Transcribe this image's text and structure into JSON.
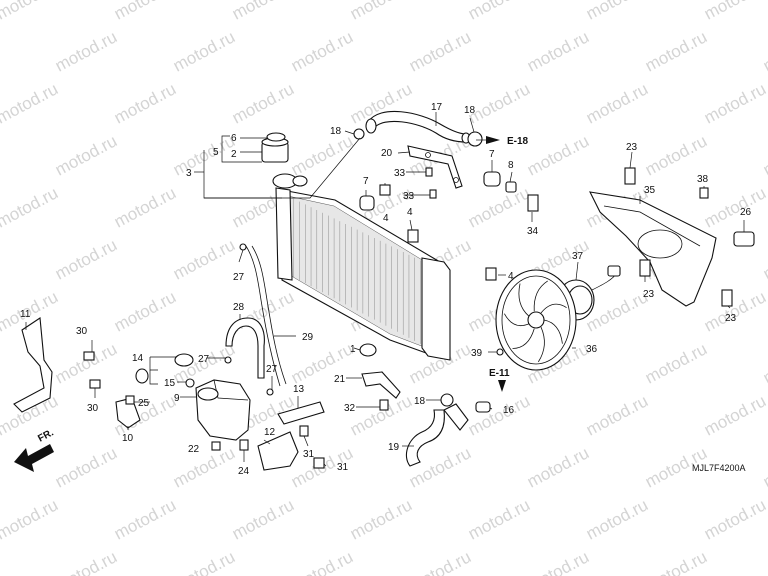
{
  "watermark": "motod.ru",
  "drawing_code": "MJL7F4200A",
  "front_arrow": "FR.",
  "references": [
    {
      "id": "ref-e18",
      "text": "E-18"
    },
    {
      "id": "ref-e11",
      "text": "E-11"
    }
  ],
  "callouts": [
    {
      "id": "c1",
      "n": "1"
    },
    {
      "id": "c2",
      "n": "3"
    },
    {
      "id": "c3",
      "n": "5"
    },
    {
      "id": "c4",
      "n": "6"
    },
    {
      "id": "c5",
      "n": "2"
    },
    {
      "id": "c6",
      "n": "18"
    },
    {
      "id": "c7",
      "n": "17"
    },
    {
      "id": "c8",
      "n": "18"
    },
    {
      "id": "c9",
      "n": "20"
    },
    {
      "id": "c10",
      "n": "33"
    },
    {
      "id": "c11",
      "n": "33"
    },
    {
      "id": "c12",
      "n": "7"
    },
    {
      "id": "c13",
      "n": "7"
    },
    {
      "id": "c14",
      "n": "8"
    },
    {
      "id": "c15",
      "n": "4"
    },
    {
      "id": "c16",
      "n": "4"
    },
    {
      "id": "c17",
      "n": "4"
    },
    {
      "id": "c18",
      "n": "34"
    },
    {
      "id": "c19",
      "n": "23"
    },
    {
      "id": "c20",
      "n": "35"
    },
    {
      "id": "c21",
      "n": "38"
    },
    {
      "id": "c22",
      "n": "26"
    },
    {
      "id": "c23",
      "n": "37"
    },
    {
      "id": "c24",
      "n": "23"
    },
    {
      "id": "c25",
      "n": "23"
    },
    {
      "id": "c26",
      "n": "36"
    },
    {
      "id": "c27",
      "n": "39"
    },
    {
      "id": "c28",
      "n": "27"
    },
    {
      "id": "c29",
      "n": "28"
    },
    {
      "id": "c30",
      "n": "29"
    },
    {
      "id": "c31",
      "n": "11"
    },
    {
      "id": "c32",
      "n": "30"
    },
    {
      "id": "c33",
      "n": "30"
    },
    {
      "id": "c34",
      "n": "14"
    },
    {
      "id": "c35",
      "n": "27"
    },
    {
      "id": "c36",
      "n": "15"
    },
    {
      "id": "c37",
      "n": "27"
    },
    {
      "id": "c38",
      "n": "9"
    },
    {
      "id": "c39",
      "n": "25"
    },
    {
      "id": "c40",
      "n": "10"
    },
    {
      "id": "c41",
      "n": "13"
    },
    {
      "id": "c42",
      "n": "12"
    },
    {
      "id": "c43",
      "n": "22"
    },
    {
      "id": "c44",
      "n": "24"
    },
    {
      "id": "c45",
      "n": "31"
    },
    {
      "id": "c46",
      "n": "31"
    },
    {
      "id": "c47",
      "n": "21"
    },
    {
      "id": "c48",
      "n": "32"
    },
    {
      "id": "c49",
      "n": "18"
    },
    {
      "id": "c50",
      "n": "16"
    },
    {
      "id": "c51",
      "n": "19"
    }
  ]
}
